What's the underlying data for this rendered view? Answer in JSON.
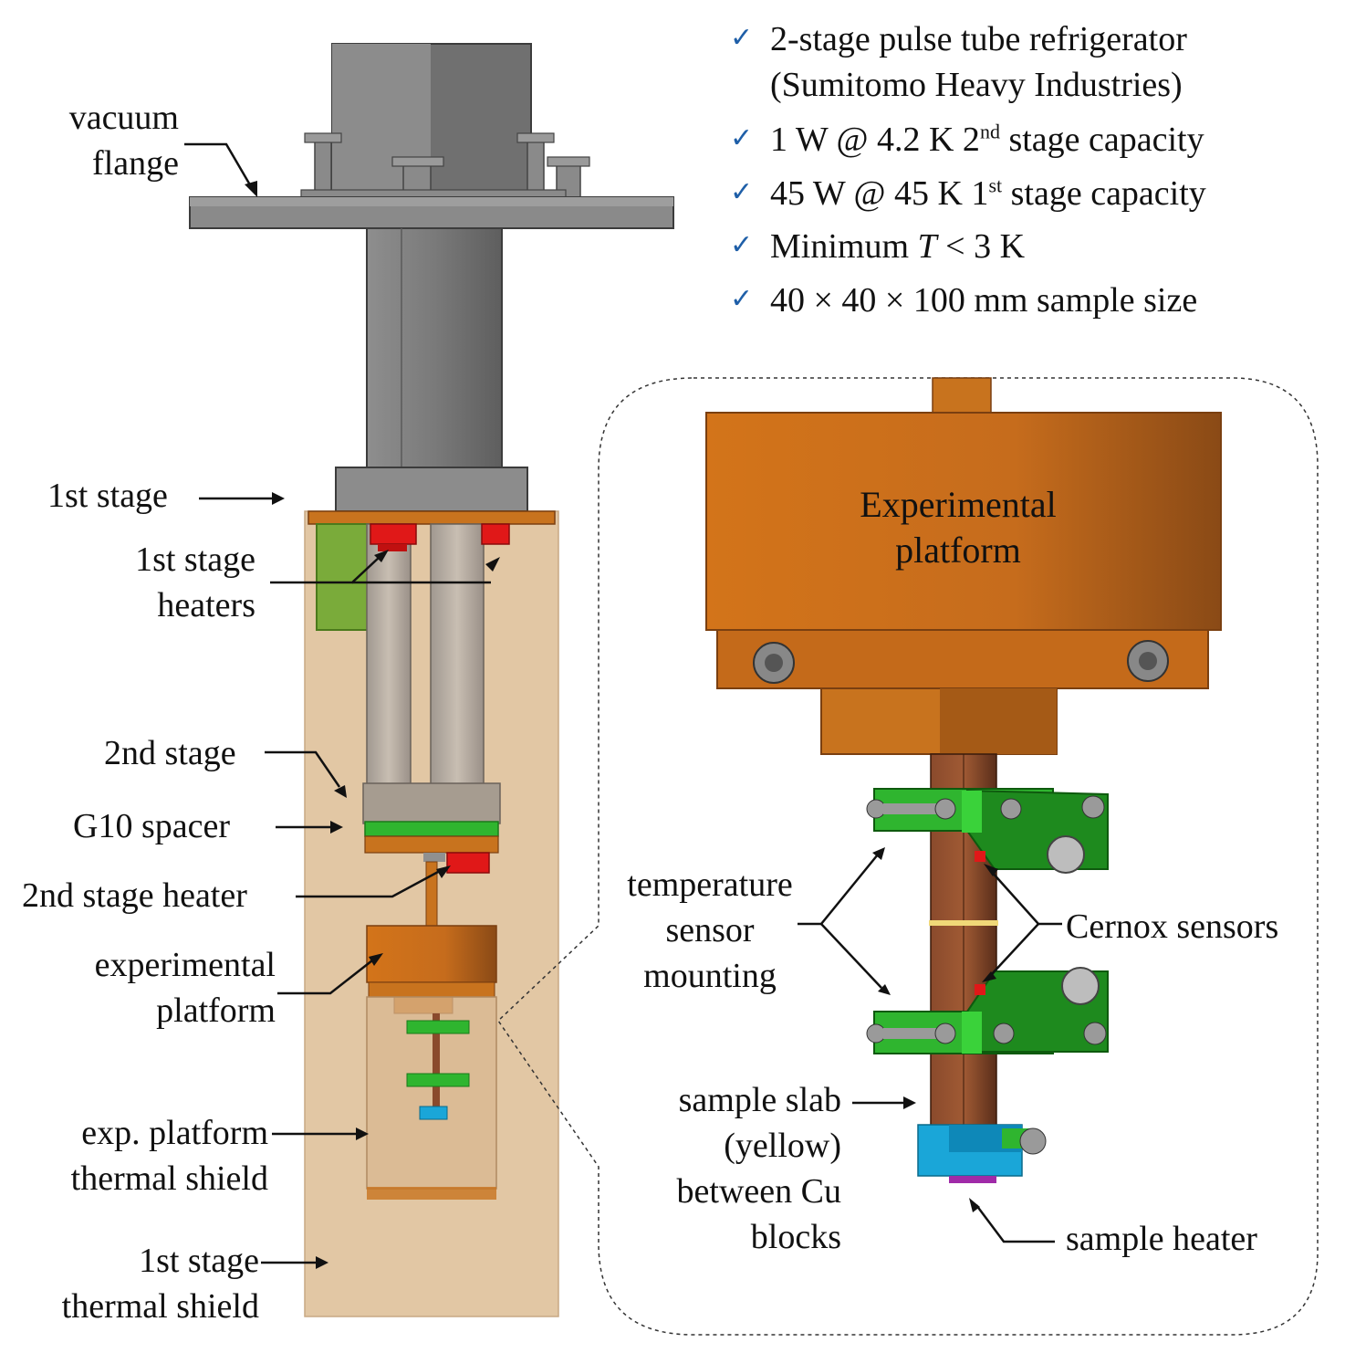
{
  "features": [
    {
      "text": "2-stage pulse tube refrigerator",
      "sub": "(Sumitomo Heavy Industries)"
    },
    {
      "pre": "1 W @ 4.2 K 2",
      "sup": "nd",
      "post": " stage capacity"
    },
    {
      "pre": "45 W @ 45 K 1",
      "sup": "st",
      "post": " stage capacity"
    },
    {
      "pre": "Minimum ",
      "ital": "T",
      "post": " < 3 K"
    },
    {
      "text": "40 × 40 × 100 mm sample size"
    }
  ],
  "labels": {
    "vacuum_flange": [
      "vacuum",
      "flange"
    ],
    "first_stage": "1st stage",
    "first_stage_heaters": [
      "1st stage",
      "heaters"
    ],
    "second_stage": "2nd stage",
    "g10_spacer": "G10 spacer",
    "second_stage_heater": "2nd stage heater",
    "experimental_platform": [
      "experimental",
      "platform"
    ],
    "exp_shield": [
      "exp. platform",
      "thermal shield"
    ],
    "stage1_shield": [
      "1st stage",
      "thermal shield"
    ],
    "detail_platform": [
      "Experimental",
      "platform"
    ],
    "temp_sensor_mounting": [
      "temperature",
      "sensor",
      "mounting"
    ],
    "cernox_sensors": "Cernox sensors",
    "sample_slab": [
      "sample slab",
      "(yellow)",
      "between Cu",
      "blocks"
    ],
    "sample_heater": "sample heater"
  },
  "colors": {
    "check": "#1f5fa8",
    "copper": "#c8731e",
    "steel": "#7a7a7a",
    "shield": "#e4c9a8",
    "heater_red": "#e01818",
    "g10_green": "#2fb52f",
    "sample_blue": "#1aa6d8"
  }
}
